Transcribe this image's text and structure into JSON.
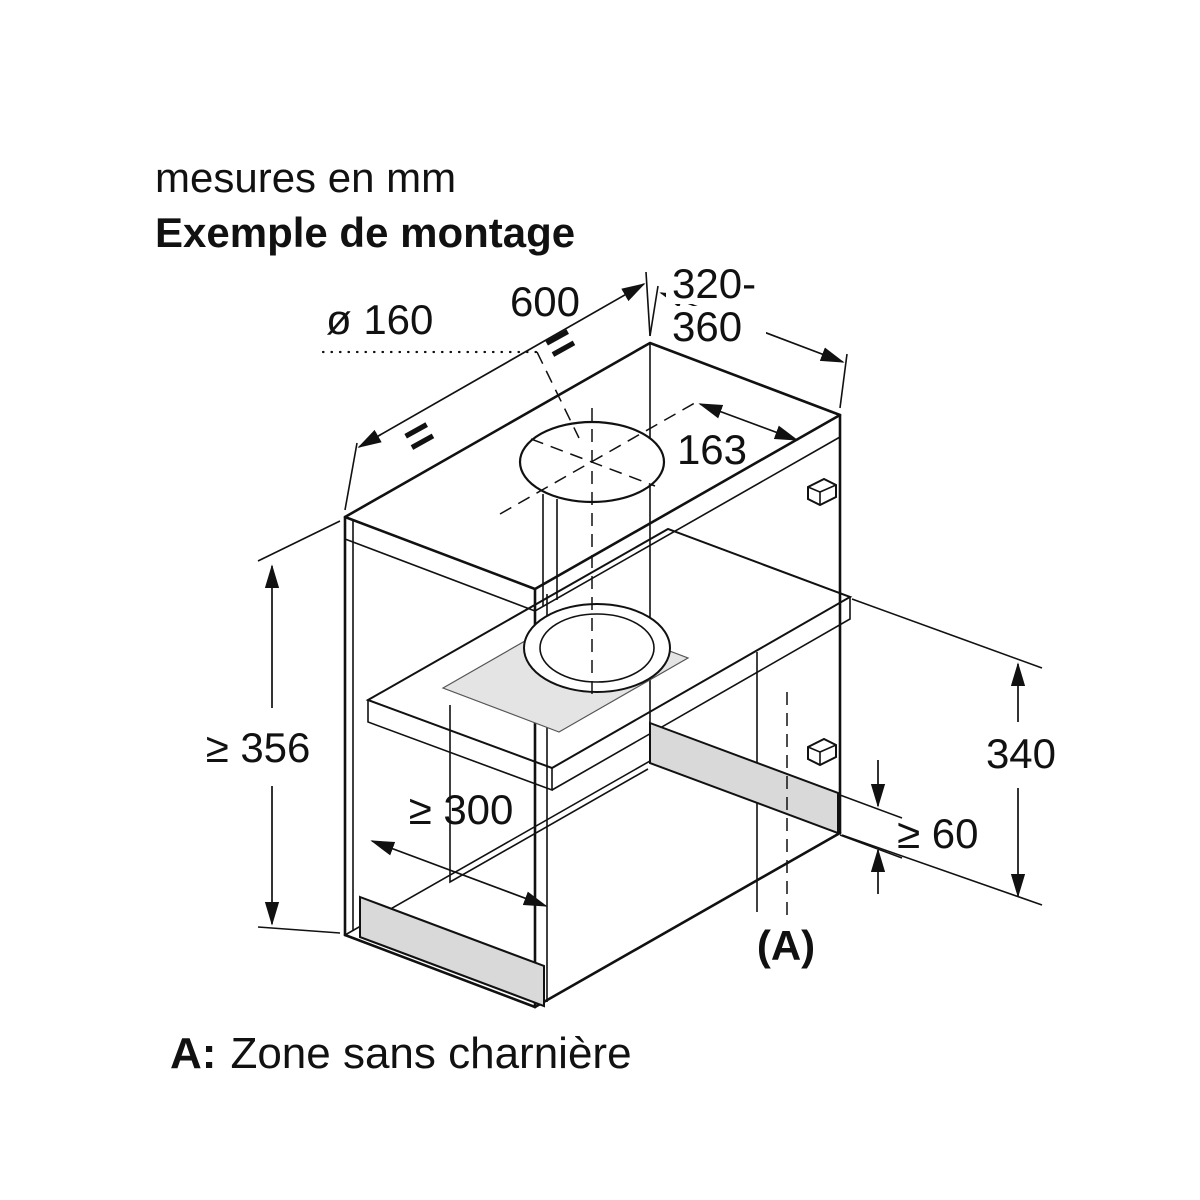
{
  "header": {
    "units": "mesures en mm",
    "title": "Exemple de montage"
  },
  "dimensions": {
    "diameter": "ø 160",
    "width": "600",
    "depth_range_line1": "320-",
    "depth_range_line2": "360",
    "hole_offset": "163",
    "min_height": "≥ 356",
    "min_clearance": "≥ 300",
    "inner_height": "340",
    "min_strip_height": "≥ 60",
    "zone_marker": "(A)",
    "equal_mark": "="
  },
  "legend": {
    "prefix": "A:",
    "text": "Zone sans charnière"
  },
  "colors": {
    "line": "#111111",
    "shaded_zone": "#d9d9d9",
    "background": "#ffffff"
  }
}
